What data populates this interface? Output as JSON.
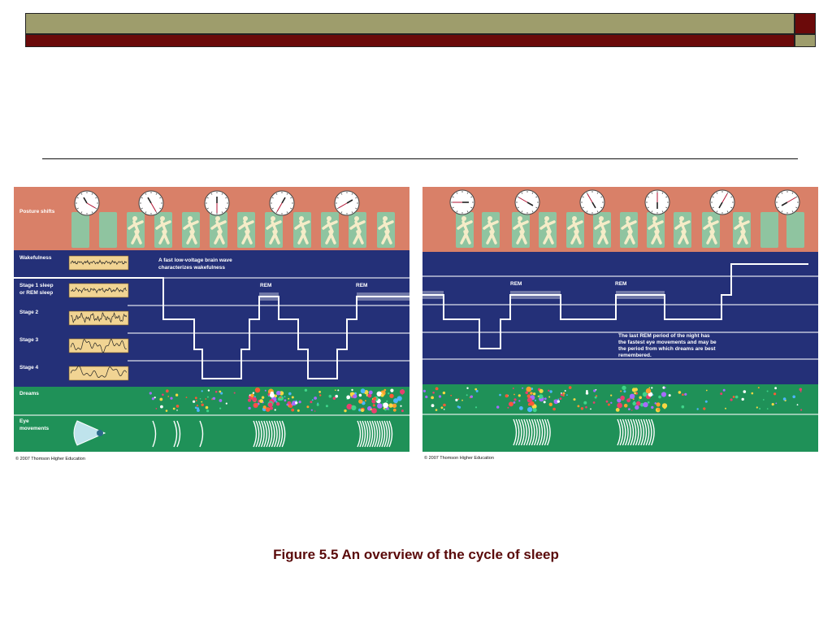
{
  "slide": {
    "caption": "Figure 5.5  An overview of the cycle of sleep",
    "colors": {
      "olive": "#9e9d6c",
      "maroon": "#6b0a0a",
      "posture": "#d98068",
      "stages": "#243078",
      "green": "#1f9158"
    }
  },
  "left_panel": {
    "rows": {
      "posture": "Posture shifts",
      "wake": "Wakefulness",
      "stage1_line1": "Stage 1 sleep",
      "stage1_line2": "or REM sleep",
      "stage2": "Stage 2",
      "stage3": "Stage 3",
      "stage4": "Stage 4",
      "dreams": "Dreams",
      "eye_line1": "Eye",
      "eye_line2": "movements"
    },
    "note_line1": "A fast low-voltage brain wave",
    "note_line2": "characterizes wakefulness",
    "rem_labels": [
      "REM",
      "REM"
    ],
    "copyright": "© 2007 Thomson Higher Education"
  },
  "right_panel": {
    "rem_labels": [
      "REM",
      "REM"
    ],
    "note_lines": [
      "The last REM period of the night has",
      "the fastest eye movements and may be",
      "the period from which dreams are best",
      "remembered."
    ],
    "copyright": "© 2007 Thomson Higher Education"
  }
}
